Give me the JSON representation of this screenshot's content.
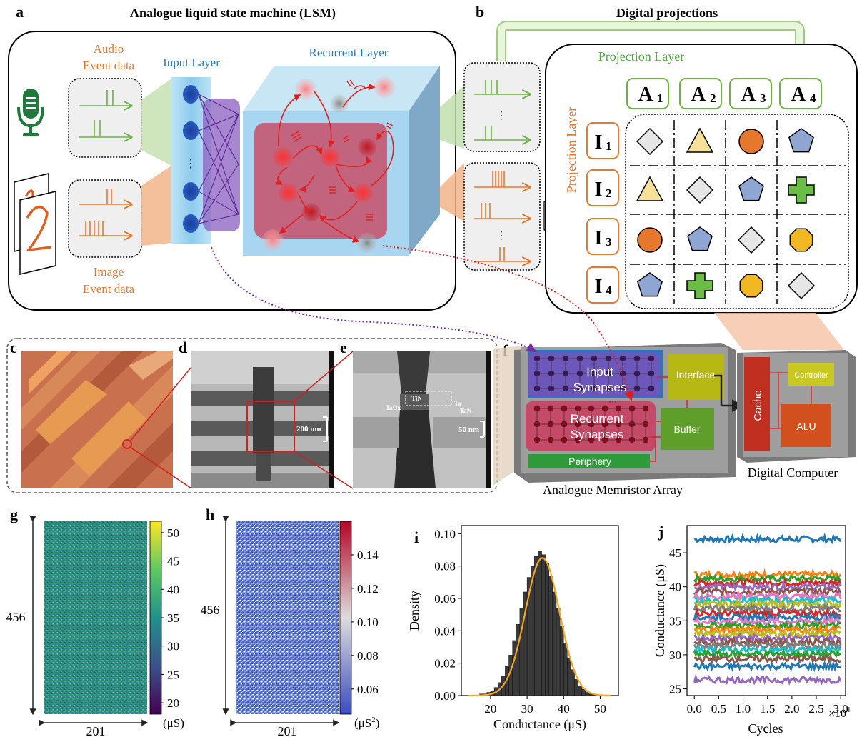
{
  "panels": {
    "a": "a",
    "b": "b",
    "c": "c",
    "d": "d",
    "e": "e",
    "f": "f",
    "g": "g",
    "h": "h",
    "i": "i",
    "j": "j"
  },
  "lsm": {
    "title": "Analogue liquid state machine (LSM)",
    "audio_label_1": "Audio",
    "audio_label_2": "Event data",
    "image_label_1": "Image",
    "image_label_2": "Event data",
    "input_layer": "Input Layer",
    "recurrent_layer": "Recurrent Layer",
    "dots": "⋮"
  },
  "digital": {
    "title": "Digital projections",
    "projection_layer_top": "Projection Layer",
    "projection_layer_side": "Projection Layer",
    "audio_labels": [
      "A",
      "A",
      "A",
      "A"
    ],
    "audio_subs": [
      "1",
      "2",
      "3",
      "4"
    ],
    "image_labels": [
      "I",
      "I",
      "I",
      "I"
    ],
    "image_subs": [
      "1",
      "2",
      "3",
      "4"
    ],
    "grid_shapes": [
      [
        "diamond",
        "triangle",
        "circle",
        "pentagon"
      ],
      [
        "triangle",
        "diamond",
        "pentagon",
        "cross"
      ],
      [
        "circle",
        "pentagon",
        "diamond",
        "octagon"
      ],
      [
        "pentagon",
        "cross",
        "octagon",
        "diamond"
      ]
    ],
    "colors": {
      "diamond": "#e6e6e6",
      "triangle": "#f7e19a",
      "circle": "#e5782c",
      "pentagon": "#8fa6d3",
      "cross": "#6cbd45",
      "octagon": "#f2b824"
    }
  },
  "micro": {
    "d_scale": "200 nm",
    "e_scale": "50 nm",
    "e_tin": "TiN",
    "e_taox": "TaOx",
    "e_ta": "Ta",
    "e_tan": "TaN"
  },
  "hardware": {
    "input_synapses_1": "Input",
    "input_synapses_2": "Synapses",
    "recurrent_synapses_1": "Recurrent",
    "recurrent_synapses_2": "Synapses",
    "interface": "Interface",
    "buffer": "Buffer",
    "periphery": "Periphery",
    "array_caption": "Analogue Memristor Array",
    "cache": "Cache",
    "controller": "Controller",
    "alu": "ALU",
    "computer_caption": "Digital Computer"
  },
  "heatmap_g": {
    "rows": "456",
    "cols": "201",
    "colorbar_ticks": [
      "50",
      "45",
      "40",
      "35",
      "30",
      "25",
      "20"
    ],
    "unit": "(μS)"
  },
  "heatmap_h": {
    "rows": "456",
    "cols": "201",
    "colorbar_ticks": [
      "0.14",
      "0.12",
      "0.10",
      "0.08",
      "0.06"
    ],
    "unit": "(μS",
    "unit_sup": "2",
    "unit_close": ")"
  },
  "chart_data": [
    {
      "type": "histogram",
      "panel": "i",
      "xlabel": "Conductance (μS)",
      "ylabel": "Density",
      "xlim": [
        12,
        55
      ],
      "ylim": [
        0,
        0.105
      ],
      "xticks": [
        "20",
        "30",
        "40",
        "50"
      ],
      "yticks": [
        "0.00",
        "0.02",
        "0.04",
        "0.06",
        "0.08",
        "0.10"
      ],
      "bins": [
        16.5,
        17.5,
        18.5,
        19.5,
        20.5,
        21.5,
        22.5,
        23.5,
        24.5,
        25.5,
        26.5,
        27.5,
        28.5,
        29.5,
        30.5,
        31.5,
        32.5,
        33.5,
        34.5,
        35.5,
        36.5,
        37.5,
        38.5,
        39.5,
        40.5,
        41.5,
        42.5,
        43.5,
        44.5,
        45.5,
        46.5,
        47.5,
        48.5,
        49.5,
        50.5,
        51.5
      ],
      "density": [
        0.0,
        0.001,
        0.001,
        0.002,
        0.003,
        0.005,
        0.008,
        0.012,
        0.018,
        0.025,
        0.034,
        0.044,
        0.054,
        0.064,
        0.073,
        0.08,
        0.086,
        0.089,
        0.087,
        0.082,
        0.074,
        0.064,
        0.054,
        0.043,
        0.032,
        0.023,
        0.016,
        0.01,
        0.006,
        0.004,
        0.002,
        0.001,
        0.001,
        0.0,
        0.0,
        0.0
      ],
      "fit": {
        "type": "gaussian",
        "mean": 34.2,
        "sd": 4.7,
        "peak": 0.085,
        "color": "#f5a623"
      }
    },
    {
      "type": "line",
      "panel": "j",
      "xlabel": "Cycles",
      "ylabel": "Conductance (μS)",
      "xlim": [
        -0.15,
        3.1
      ],
      "ylim": [
        24,
        49
      ],
      "xticks": [
        "0.0",
        "0.5",
        "1.0",
        "1.5",
        "2.0",
        "2.5",
        "3.0"
      ],
      "yticks": [
        "25",
        "30",
        "35",
        "40",
        "45"
      ],
      "x_multiplier": "×10",
      "x_multiplier_exp": "4",
      "series_levels": [
        47.0,
        41.8,
        41.2,
        40.6,
        40.0,
        39.3,
        38.6,
        38.0,
        37.4,
        36.8,
        36.1,
        35.5,
        34.9,
        34.3,
        33.7,
        33.1,
        32.5,
        31.9,
        31.3,
        30.7,
        30.1,
        29.4,
        28.3,
        26.3
      ],
      "series_colors": [
        "#1f77b4",
        "#ff7f0e",
        "#2ca02c",
        "#d62728",
        "#9467bd",
        "#8c564b",
        "#e377c2",
        "#17becf",
        "#bcbd22",
        "#7f7f7f",
        "#d62728",
        "#1f77b4",
        "#e377c2",
        "#2ca02c",
        "#ff7f0e",
        "#bcbd22",
        "#9467bd",
        "#8c564b",
        "#7f7f7f",
        "#17becf",
        "#2ca02c",
        "#8c564b",
        "#1f77b4",
        "#9467bd"
      ]
    }
  ]
}
